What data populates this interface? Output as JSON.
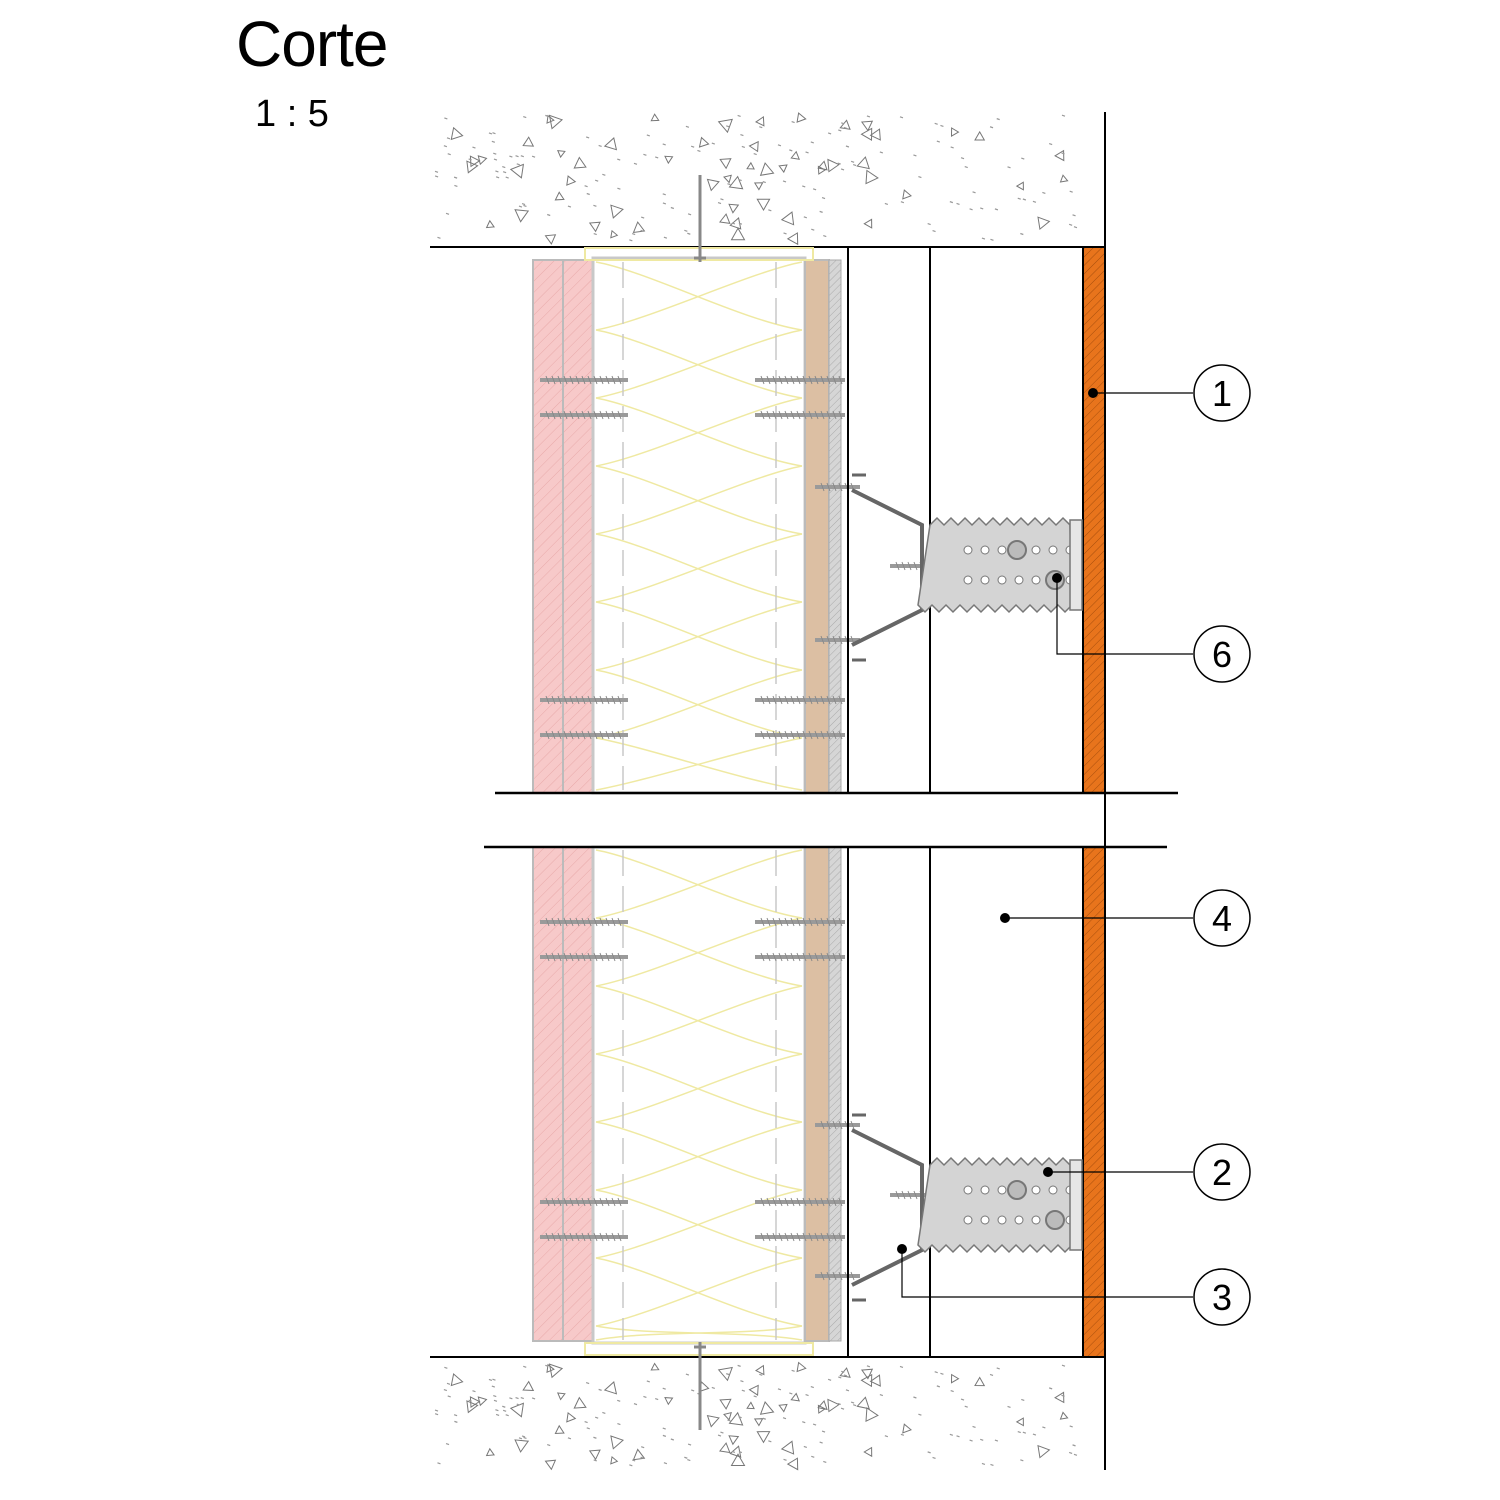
{
  "header": {
    "title": "Corte",
    "scale": "1 : 5"
  },
  "colors": {
    "cladding": "#e8741c",
    "gypsum_board": "#f7c9c9",
    "insulation_outline": "#efe9a2",
    "osb_board": "#dcbfa3",
    "steel_gray": "#9a9a9a",
    "concrete_aggregate": "#777777"
  },
  "callouts": [
    {
      "id": "1",
      "label": "1"
    },
    {
      "id": "6",
      "label": "6"
    },
    {
      "id": "4",
      "label": "4"
    },
    {
      "id": "2",
      "label": "2"
    },
    {
      "id": "3",
      "label": "3"
    }
  ]
}
